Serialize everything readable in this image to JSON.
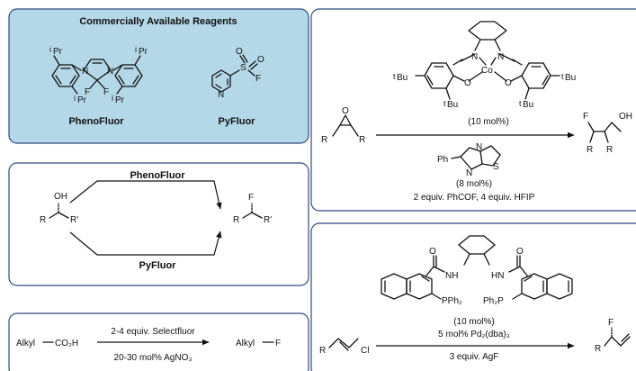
{
  "panel_reagents": {
    "title": "Commercially Available Reagents",
    "reagent1_name": "PhenoFluor",
    "reagent2_name": "PyFluor",
    "iPr": "Pr",
    "iso": "i",
    "F": "F",
    "N": "N",
    "S": "S",
    "O": "O"
  },
  "panel_deoxy": {
    "arrow_top_label": "PhenoFluor",
    "arrow_bottom_label": "PyFluor",
    "OH": "OH",
    "R": "R",
    "Rp": "R'",
    "F": "F"
  },
  "panel_decarbox": {
    "reactant_alkyl": "Alkyl",
    "reactant_acid": "CO₂H",
    "above_arrow": "2-4 equiv. Selectfluor",
    "below_arrow": "20-30 mol% AgNO₃",
    "product_alkyl": "Alkyl",
    "product_F": "F"
  },
  "panel_epoxide": {
    "cat_loading": "(10 mol%)",
    "cocat_loading": "(8 mol%)",
    "conditions": "2 equiv. PhCOF, 4 equiv. HFIP",
    "tBu": "Bu",
    "t": "t",
    "Co": "Co",
    "N": "N",
    "O": "O",
    "Ph": "Ph",
    "S": "S",
    "R": "R",
    "F": "F",
    "OH": "OH"
  },
  "panel_allylic": {
    "ligand_loading": "(10 mol%)",
    "pd_loading": "5 mol% Pd₂(dba)₃",
    "agf": "3 equiv. AgF",
    "NH": "NH",
    "HN": "HN",
    "PPh2_left": "PPh₂",
    "PPh2_right": "Ph₂P",
    "O": "O",
    "Cl": "Cl",
    "R": "R",
    "F": "F"
  },
  "colors": {
    "panel_fill": "#b4d8e8",
    "border": "#2e4a7a",
    "ink": "#111111"
  }
}
